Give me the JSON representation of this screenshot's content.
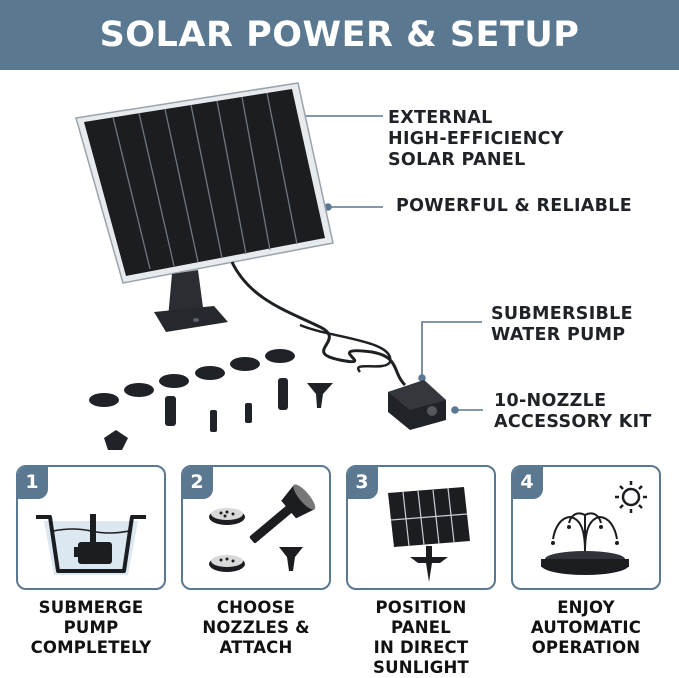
{
  "header": {
    "title": "SOLAR POWER & SETUP"
  },
  "callouts": {
    "panel_lines": [
      "EXTERNAL",
      "HIGH-EFFICIENCY",
      "SOLAR PANEL"
    ],
    "reliable": "POWERFUL & RELIABLE",
    "pump_lines": [
      "SUBMERSIBLE",
      "WATER PUMP"
    ],
    "kit_lines": [
      "10-NOZZLE",
      "ACCESSORY KIT"
    ]
  },
  "steps": [
    {
      "number": "1",
      "lines": [
        "SUBMERGE",
        "PUMP",
        "COMPLETELY"
      ],
      "icon": "pump-in-water-icon"
    },
    {
      "number": "2",
      "lines": [
        "CHOOSE",
        "NOZZLES &",
        "ATTACH"
      ],
      "icon": "nozzles-icon"
    },
    {
      "number": "3",
      "lines": [
        "POSITION PANEL",
        "IN DIRECT",
        "SUNLIGHT"
      ],
      "icon": "solar-panel-stake-icon"
    },
    {
      "number": "4",
      "lines": [
        "ENJOY",
        "AUTOMATIC",
        "OPERATION"
      ],
      "icon": "fountain-sun-icon"
    }
  ],
  "colors": {
    "accent": "#5b7891",
    "text": "#1f2328",
    "panel": "#1b1d20"
  }
}
